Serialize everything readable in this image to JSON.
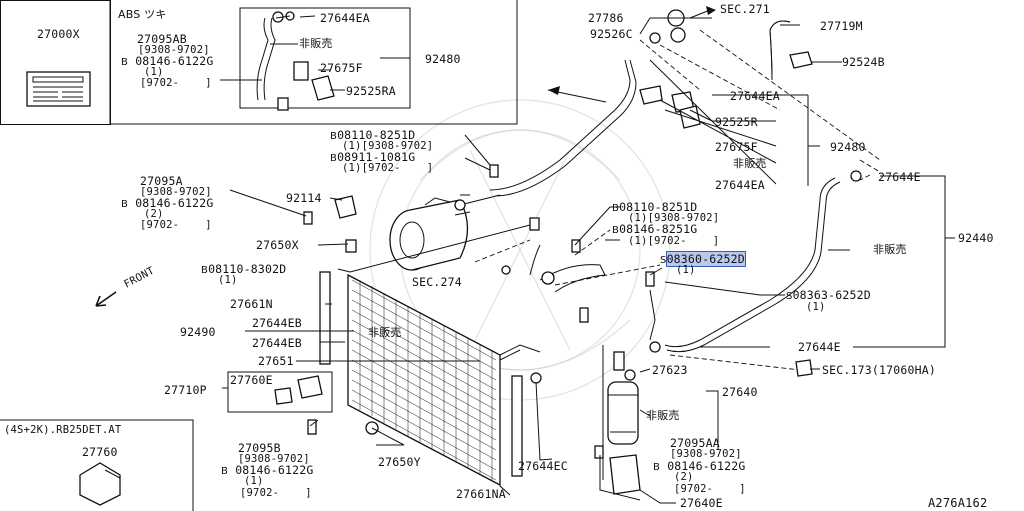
{
  "diagram": {
    "code": "A276A162",
    "box_top_left": {
      "part": "27000X"
    },
    "box_abs": {
      "title": "ABS ツキ",
      "part_a": "27095AB",
      "date_a": "[9308-9702]",
      "bolt_a": "08146-6122G",
      "qty_a": "(1)",
      "date_a2": "[9702-    ]",
      "hose": "27644EA",
      "not_for_sale": "非販売",
      "clip": "27675F",
      "bracket": "92525RA",
      "assembly": "92480"
    },
    "box_bottom_left": {
      "title": "(4S+2K).RB25DET.AT",
      "part": "27760"
    },
    "labels": {
      "p27786": "27786",
      "sec271": "SEC.271",
      "p27719M": "27719M",
      "p92526C": "92526C",
      "p92524B": "92524B",
      "p27644EA_a": "27644EA",
      "p92525R": "92525R",
      "p27675F": "27675F",
      "p92480": "92480",
      "nfs_a": "非販売",
      "p27644EA_b": "27644EA",
      "p27644E_a": "27644E",
      "p92440": "92440",
      "nfs_b": "非販売",
      "b1_num": "08110-8251D",
      "b1_a": "(1)[9308-9702]",
      "b1_num2": "08911-1081G",
      "b1_b": "(1)[9702-    ]",
      "p27095A": "27095A",
      "d27095A": "[9308-9702]",
      "b27095A": "08146-6122G",
      "q27095A": "(2)",
      "d27095A2": "[9702-    ]",
      "p92114": "92114",
      "p27650X": "27650X",
      "b2_num": "08110-8302D",
      "b2_q": "(1)",
      "sec274": "SEC.274",
      "b3_num": "08110-8251D",
      "b3_a": "(1)[9308-9702]",
      "b3_num2": "08146-8251G",
      "b3_b": "(1)[9702-    ]",
      "hl_num": "08360-6252D",
      "hl_q": "(1)",
      "front": "FRONT",
      "p27661N": "27661N",
      "p08363": "08363-6252D",
      "q08363": "(1)",
      "p92490": "92490",
      "p27644EB_a": "27644EB",
      "nfs_c": "非販売",
      "p27644EB_b": "27644EB",
      "p27644E_b": "27644E",
      "p27651": "27651",
      "p27623": "27623",
      "p27640": "27640",
      "sec173": "SEC.173(17060HA)",
      "p27710P": "27710P",
      "p27760E": "27760E",
      "nfs_d": "非販売",
      "p27095B": "27095B",
      "d27095B": "[9308-9702]",
      "b27095B": "08146-6122G",
      "q27095B": "(1)",
      "d27095B2": "[9702-    ]",
      "p27650Y": "27650Y",
      "p27644EC": "27644EC",
      "p27095AA": "27095AA",
      "d27095AA": "[9308-9702]",
      "b27095AA": "08146-6122G",
      "q27095AA": "(2)",
      "d27095AA2": "[9702-    ]",
      "p27661NA": "27661NA",
      "p27640E": "27640E"
    },
    "bolt_symbol": "B",
    "screw_symbol": "S",
    "highlight_color": "#b9c9ee"
  }
}
